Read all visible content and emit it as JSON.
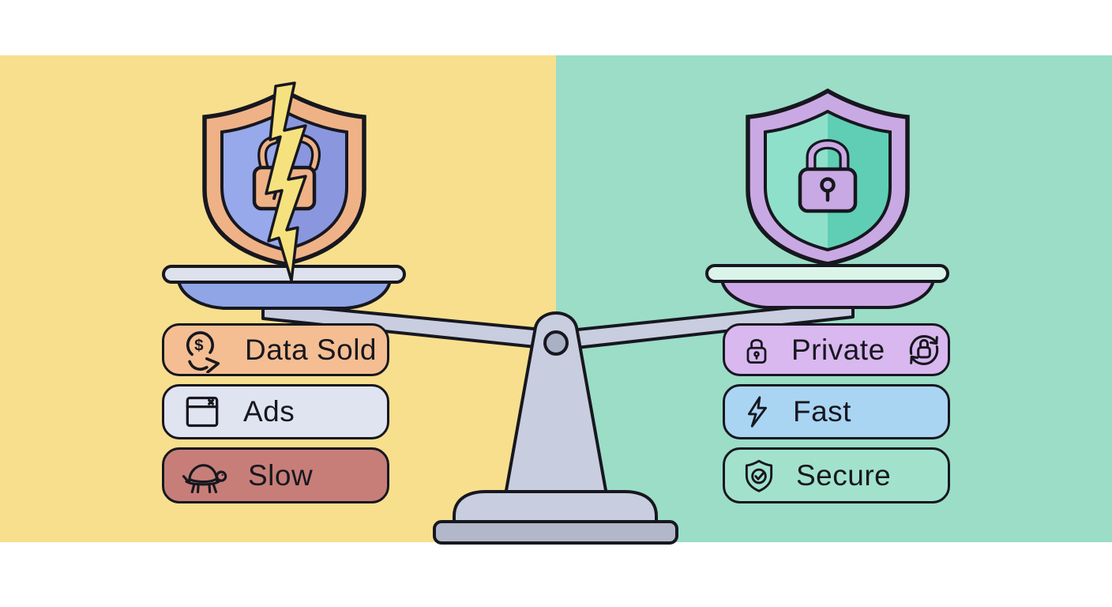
{
  "palette": {
    "ink": "#17171F",
    "left_bg": "#F7DF8E",
    "right_bg": "#9BDDC7",
    "band": "#FFFFFF",
    "broken_shield_ring": "#EFB287",
    "broken_shield_fill_light": "#97A9EB",
    "broken_shield_fill_dark": "#8A97DF",
    "crack": "#F5E27E",
    "secure_shield_ring": "#C9A9E4",
    "secure_shield_fill_light": "#8FE0CA",
    "secure_shield_fill_dark": "#5FCEB5",
    "pan_rim_left": "#DCE1EC",
    "pan_bowl_left": "#8FA5E6",
    "pan_rim_right": "#DBF4EA",
    "pan_bowl_right": "#CDA9E7",
    "scale_metal": "#C8CEDF",
    "scale_base": "#B2B8C9",
    "scale_pivot": "#A9B1C5"
  },
  "left": {
    "shield_icon": "broken-shield-cracked-lock-icon",
    "items": [
      {
        "label": "Data Sold",
        "icon": "dollar-coin-arrow-icon",
        "bg": "#F4BE92"
      },
      {
        "label": "Ads",
        "icon": "popup-ad-window-icon",
        "bg": "#E0E3F0"
      },
      {
        "label": "Slow",
        "icon": "turtle-icon",
        "bg": "#C77E78"
      }
    ]
  },
  "right": {
    "shield_icon": "secure-shield-lock-icon",
    "items": [
      {
        "label": "Private",
        "icon": "padlock-icon",
        "icon_right": "lock-sync-icon",
        "bg": "#D9B7EF"
      },
      {
        "label": "Fast",
        "icon": "lightning-bolt-icon",
        "bg": "#A9D5F3"
      },
      {
        "label": "Secure",
        "icon": "shield-check-icon",
        "bg": "#A2E2CC"
      }
    ]
  },
  "glyphs": {
    "currency_symbol": "$"
  }
}
